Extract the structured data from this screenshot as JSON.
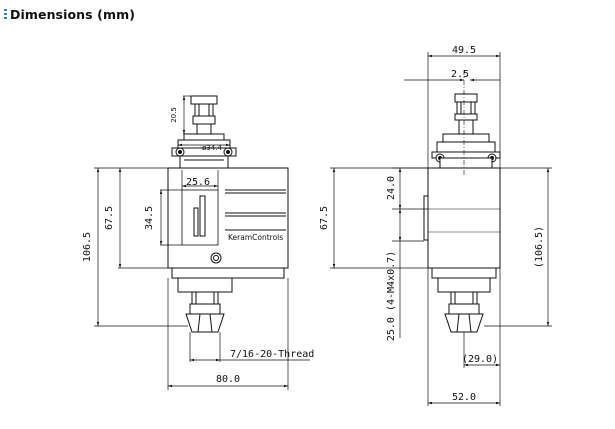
{
  "header": {
    "title": "Dimensions (mm)",
    "icon": "list-icon",
    "accent": "#1e88c8"
  },
  "front_view": {
    "brand_label": "KeramControls",
    "dims": {
      "fitting_height": "20.5",
      "diameter": "ø34.4",
      "window_width": "25.6",
      "window_height": "34.5",
      "body_height": "67.5",
      "total_height": "106.5",
      "thread": "7/16-20-Thread",
      "width": "80.0"
    }
  },
  "side_view": {
    "dims": {
      "top_width": "49.5",
      "offset": "2.5",
      "upper_spacing": "24.0",
      "mount_holes": "25.0 (4-M4x0.7)",
      "body_height": "67.5",
      "total_height": "(106.5)",
      "fitting_offset": "(29.0)",
      "width": "52.0"
    }
  }
}
